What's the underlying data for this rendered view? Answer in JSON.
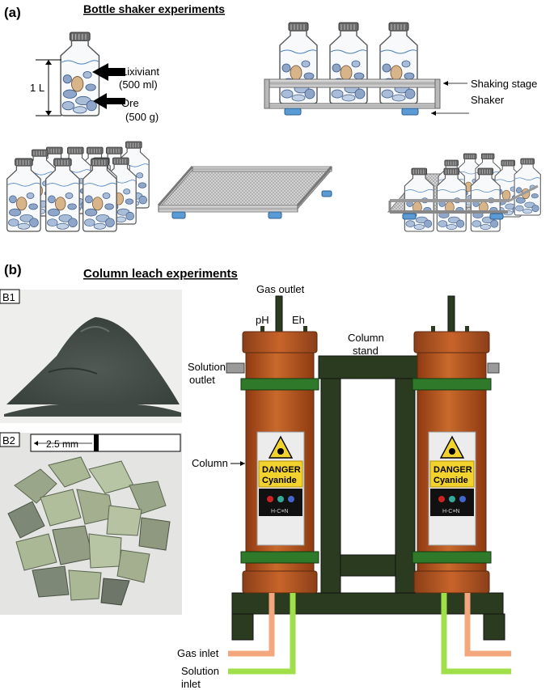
{
  "panel_a": {
    "letter": "(a)",
    "heading": "Bottle shaker experiments",
    "volume_label": "1 L",
    "lixiviant_label": "Lixiviant",
    "lixiviant_amount": "(500 ml)",
    "ore_label": "Ore",
    "ore_amount": "(500 g)",
    "shaking_stage_label": "Shaking stage",
    "shaker_label": "Shaker"
  },
  "panel_b": {
    "letter": "(b)",
    "heading": "Column leach experiments",
    "photo1_tag": "B1",
    "photo2_tag": "B2",
    "scale_label": "2.5 mm",
    "gas_outlet_label": "Gas outlet",
    "ph_label": "pH",
    "eh_label": "Eh",
    "column_stand_label_1": "Column",
    "column_stand_label_2": "stand",
    "solution_outlet_label_1": "Solution",
    "solution_outlet_label_2": "outlet",
    "column_label": "Column",
    "danger_label": "DANGER",
    "cyanide_label": "Cyanide",
    "formula_label": "H-C≡N",
    "gas_inlet_label": "Gas inlet",
    "solution_inlet_label_1": "Solution",
    "solution_inlet_label_2": "inlet"
  },
  "colors": {
    "column_body": "#b4531f",
    "stand": "#2a3b1f",
    "green_band": "#2f7a2a",
    "gas_pipe": "#f4a77c",
    "solution_pipe": "#9fe04a",
    "bottle_outline": "#555555",
    "ore": "#8fa6c8",
    "shaker_foot": "#5a9bd5"
  }
}
